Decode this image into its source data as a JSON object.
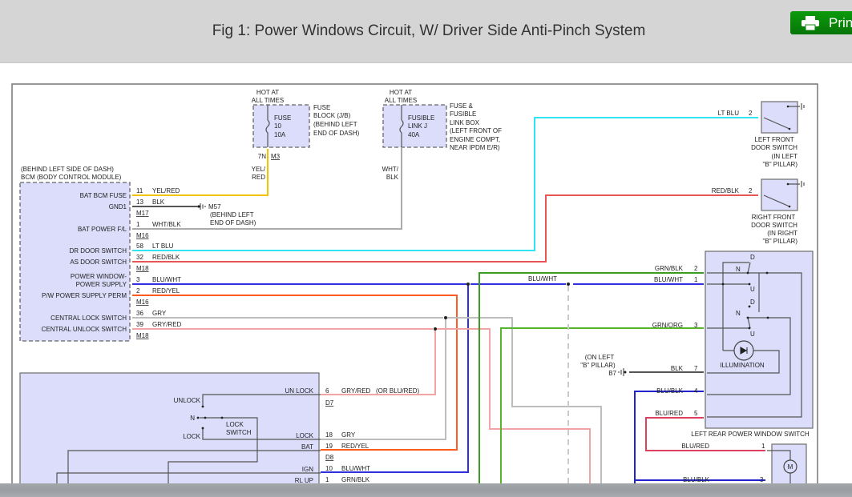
{
  "header": {
    "title": "Fig 1: Power Windows Circuit, W/ Driver Side Anti-Pinch System",
    "print_label": "Print"
  },
  "diagram": {
    "fuse_block": {
      "hot": [
        "HOT AT",
        "ALL TIMES"
      ],
      "inner": [
        "FUSE",
        "10",
        "10A"
      ],
      "desc": [
        "FUSE",
        "BLOCK (J/B)",
        "(BEHIND LEFT",
        "END OF DASH)"
      ],
      "pin": "7N",
      "connector": "M3",
      "wire": [
        "YEL/",
        "RED"
      ]
    },
    "fusible_link": {
      "hot": [
        "HOT AT",
        "ALL TIMES"
      ],
      "inner": [
        "FUSIBLE",
        "LINK J",
        "40A"
      ],
      "desc": [
        "FUSE &",
        "FUSIBLE",
        "LINK BOX",
        "(LEFT FRONT OF",
        "ENGINE COMPT,",
        "NEAR IPDM E/R)"
      ],
      "wire": [
        "WHT/",
        "BLK"
      ]
    },
    "bcm": {
      "location": "(BEHIND LEFT SIDE OF DASH)",
      "name": "BCM (BODY CONTROL MODULE)",
      "pins": [
        {
          "label": "BAT BCM FUSE",
          "pin": "11",
          "wire": "YEL/RED"
        },
        {
          "label": "GND1",
          "pin": "13",
          "wire": "BLK"
        },
        {
          "label": "BAT POWER F/L",
          "pin": "1",
          "wire": "WHT/BLK"
        },
        {
          "label": "DR DOOR SWITCH",
          "pin": "58",
          "wire": "LT BLU"
        },
        {
          "label": "AS DOOR SWITCH",
          "pin": "32",
          "wire": "RED/BLK"
        },
        {
          "label": "POWER WINDOW-",
          "label2": "POWER SUPPLY",
          "pin": "3",
          "wire": "BLU/WHT"
        },
        {
          "label": "P/W POWER SUPPLY PERM",
          "pin": "2",
          "wire": "RED/YEL"
        },
        {
          "label": "CENTRAL LOCK SWITCH",
          "pin": "36",
          "wire": "GRY"
        },
        {
          "label": "CENTRAL UNLOCK SWITCH",
          "pin": "39",
          "wire": "GRY/RED"
        }
      ],
      "connectors": [
        "M17",
        "M16",
        "M18",
        "M16",
        "M18"
      ]
    },
    "ground_m57": {
      "id": "M57",
      "desc": [
        "(BEHIND LEFT",
        "END OF DASH)"
      ]
    },
    "left_front_door_switch": {
      "pin": "2",
      "wire": "LT BLU",
      "desc": [
        "LEFT FRONT",
        "DOOR SWITCH",
        "(IN LEFT",
        "\"B\" PILLAR)"
      ]
    },
    "right_front_door_switch": {
      "pin": "2",
      "wire": "RED/BLK",
      "desc": [
        "RIGHT FRONT",
        "DOOR SWITCH",
        "(IN RIGHT",
        "\"B\" PILLAR)"
      ]
    },
    "splice_wire": "BLU/WHT",
    "ground_b7": {
      "id": "B7",
      "desc": [
        "(ON LEFT",
        "\"B\" PILLAR)"
      ]
    },
    "left_rear_switch": {
      "name": "LEFT REAR POWER WINDOW SWITCH",
      "pins": [
        {
          "pin": "2",
          "wire": "GRN/BLK"
        },
        {
          "pin": "1",
          "wire": "BLU/WHT"
        },
        {
          "pin": "3",
          "wire": "GRN/ORG"
        },
        {
          "pin": "7",
          "wire": "BLK"
        },
        {
          "pin": "4",
          "wire": "BLU/BLK"
        },
        {
          "pin": "5",
          "wire": "BLU/RED"
        }
      ],
      "contacts": {
        "d": "D",
        "n": "N",
        "u": "U"
      },
      "illumination": "ILLUMINATION"
    },
    "motor": {
      "symbol": "M",
      "pins": [
        {
          "pin": "1",
          "wire": "BLU/RED"
        },
        {
          "pin": "3",
          "wire": "BLU/BLK"
        }
      ]
    },
    "lock_module": {
      "switch_labels": {
        "unlock": "UNLOCK",
        "n": "N",
        "lock": "LOCK",
        "name": [
          "LOCK",
          "SWITCH"
        ]
      },
      "pins": [
        {
          "label": "UN LOCK",
          "pin": "6",
          "wire": "GRY/RED   (OR BLU/RED)"
        },
        {
          "label": "LOCK",
          "pin": "18",
          "wire": "GRY"
        },
        {
          "label": "BAT",
          "pin": "19",
          "wire": "RED/YEL"
        },
        {
          "label": "IGN",
          "pin": "10",
          "wire": "BLU/WHT"
        },
        {
          "label": "RL UP",
          "pin": "1",
          "wire": "GRN/BLK"
        }
      ],
      "connectors": [
        "D7",
        "D8"
      ]
    },
    "wire_colors": {
      "yel_red": "#f3c300",
      "blk": "#555555",
      "wht_blk": "#aaaaaa",
      "lt_blu": "#30e4f2",
      "red_blk": "#e85555",
      "blu_wht": "#3030e0",
      "red_yel": "#ff5a20",
      "gry": "#bdbdbd",
      "gry_red": "#f2a4a4",
      "grn_blk": "#3c9c22",
      "grn_org": "#58b428",
      "blu_blk": "#2222cc",
      "blu_red": "#e04060"
    }
  }
}
